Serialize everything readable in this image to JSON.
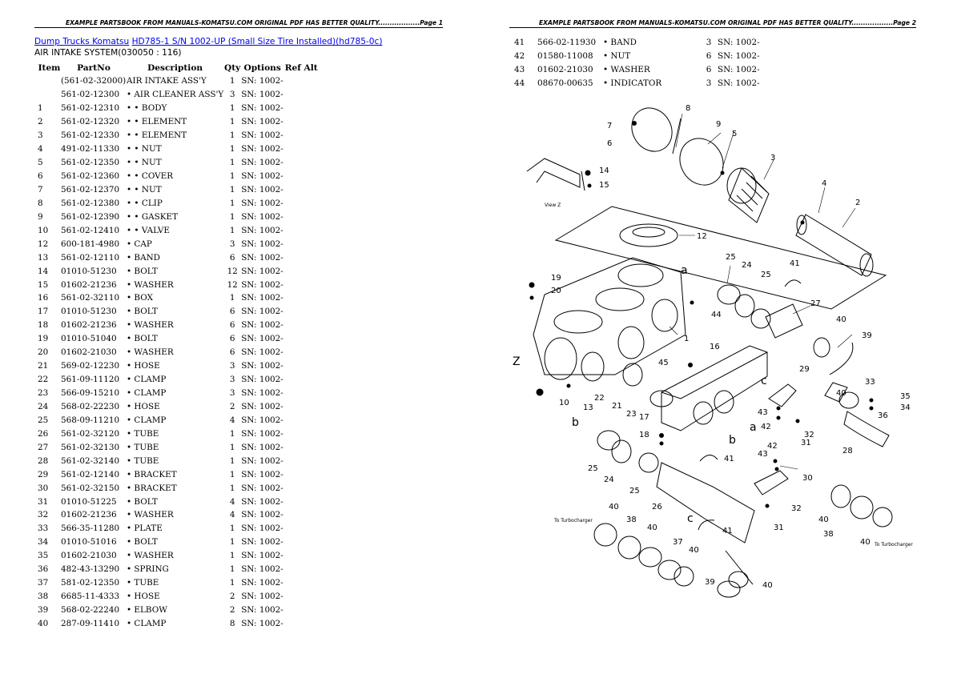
{
  "header": {
    "page1": "EXAMPLE PARTSBOOK FROM MANUALS-KOMATSU.COM ORIGINAL PDF HAS BETTER QUALITY..................Page 1",
    "page2": "EXAMPLE PARTSBOOK FROM MANUALS-KOMATSU.COM ORIGINAL PDF HAS BETTER QUALITY..................Page 2"
  },
  "breadcrumb": {
    "category": "Dump Trucks Komatsu",
    "model": "HD785-1 S/N 1002-UP (Small Size Tire Installed)(hd785-0c)"
  },
  "section": "AIR INTAKE SYSTEM(030050 : 116)",
  "columns": [
    "Item",
    "PartNo",
    "Description",
    "Qty",
    "Options",
    "Ref Alt"
  ],
  "parts": [
    {
      "item": "",
      "part": "(561-02-32000)",
      "desc": "AIR INTAKE ASS'Y",
      "qty": "1",
      "opt": "SN: 1002-"
    },
    {
      "item": "",
      "part": "561-02-12300",
      "desc": "• AIR CLEANER ASS'Y",
      "qty": "3",
      "opt": "SN: 1002-"
    },
    {
      "item": "1",
      "part": "561-02-12310",
      "desc": "• • BODY",
      "qty": "1",
      "opt": "SN: 1002-"
    },
    {
      "item": "2",
      "part": "561-02-12320",
      "desc": "• • ELEMENT",
      "qty": "1",
      "opt": "SN: 1002-"
    },
    {
      "item": "3",
      "part": "561-02-12330",
      "desc": "• • ELEMENT",
      "qty": "1",
      "opt": "SN: 1002-"
    },
    {
      "item": "4",
      "part": "491-02-11330",
      "desc": "• • NUT",
      "qty": "1",
      "opt": "SN: 1002-"
    },
    {
      "item": "5",
      "part": "561-02-12350",
      "desc": "• • NUT",
      "qty": "1",
      "opt": "SN: 1002-"
    },
    {
      "item": "6",
      "part": "561-02-12360",
      "desc": "• • COVER",
      "qty": "1",
      "opt": "SN: 1002-"
    },
    {
      "item": "7",
      "part": "561-02-12370",
      "desc": "• • NUT",
      "qty": "1",
      "opt": "SN: 1002-"
    },
    {
      "item": "8",
      "part": "561-02-12380",
      "desc": "• • CLIP",
      "qty": "1",
      "opt": "SN: 1002-"
    },
    {
      "item": "9",
      "part": "561-02-12390",
      "desc": "• • GASKET",
      "qty": "1",
      "opt": "SN: 1002-"
    },
    {
      "item": "10",
      "part": "561-02-12410",
      "desc": "• • VALVE",
      "qty": "1",
      "opt": "SN: 1002-"
    },
    {
      "item": "12",
      "part": "600-181-4980",
      "desc": "• CAP",
      "qty": "3",
      "opt": "SN: 1002-"
    },
    {
      "item": "13",
      "part": "561-02-12110",
      "desc": "• BAND",
      "qty": "6",
      "opt": "SN: 1002-"
    },
    {
      "item": "14",
      "part": "01010-51230",
      "desc": "• BOLT",
      "qty": "12",
      "opt": "SN: 1002-"
    },
    {
      "item": "15",
      "part": "01602-21236",
      "desc": "• WASHER",
      "qty": "12",
      "opt": "SN: 1002-"
    },
    {
      "item": "16",
      "part": "561-02-32110",
      "desc": "• BOX",
      "qty": "1",
      "opt": "SN: 1002-"
    },
    {
      "item": "17",
      "part": "01010-51230",
      "desc": "• BOLT",
      "qty": "6",
      "opt": "SN: 1002-"
    },
    {
      "item": "18",
      "part": "01602-21236",
      "desc": "• WASHER",
      "qty": "6",
      "opt": "SN: 1002-"
    },
    {
      "item": "19",
      "part": "01010-51040",
      "desc": "• BOLT",
      "qty": "6",
      "opt": "SN: 1002-"
    },
    {
      "item": "20",
      "part": "01602-21030",
      "desc": "• WASHER",
      "qty": "6",
      "opt": "SN: 1002-"
    },
    {
      "item": "21",
      "part": "569-02-12230",
      "desc": "• HOSE",
      "qty": "3",
      "opt": "SN: 1002-"
    },
    {
      "item": "22",
      "part": "561-09-11120",
      "desc": "• CLAMP",
      "qty": "3",
      "opt": "SN: 1002-"
    },
    {
      "item": "23",
      "part": "566-09-15210",
      "desc": "• CLAMP",
      "qty": "3",
      "opt": "SN: 1002-"
    },
    {
      "item": "24",
      "part": "568-02-22230",
      "desc": "• HOSE",
      "qty": "2",
      "opt": "SN: 1002-"
    },
    {
      "item": "25",
      "part": "568-09-11210",
      "desc": "• CLAMP",
      "qty": "4",
      "opt": "SN: 1002-"
    },
    {
      "item": "26",
      "part": "561-02-32120",
      "desc": "• TUBE",
      "qty": "1",
      "opt": "SN: 1002-"
    },
    {
      "item": "27",
      "part": "561-02-32130",
      "desc": "• TUBE",
      "qty": "1",
      "opt": "SN: 1002-"
    },
    {
      "item": "28",
      "part": "561-02-32140",
      "desc": "• TUBE",
      "qty": "1",
      "opt": "SN: 1002-"
    },
    {
      "item": "29",
      "part": "561-02-12140",
      "desc": "• BRACKET",
      "qty": "1",
      "opt": "SN: 1002-"
    },
    {
      "item": "30",
      "part": "561-02-32150",
      "desc": "• BRACKET",
      "qty": "1",
      "opt": "SN: 1002-"
    },
    {
      "item": "31",
      "part": "01010-51225",
      "desc": "• BOLT",
      "qty": "4",
      "opt": "SN: 1002-"
    },
    {
      "item": "32",
      "part": "01602-21236",
      "desc": "• WASHER",
      "qty": "4",
      "opt": "SN: 1002-"
    },
    {
      "item": "33",
      "part": "566-35-11280",
      "desc": "• PLATE",
      "qty": "1",
      "opt": "SN: 1002-"
    },
    {
      "item": "34",
      "part": "01010-51016",
      "desc": "• BOLT",
      "qty": "1",
      "opt": "SN: 1002-"
    },
    {
      "item": "35",
      "part": "01602-21030",
      "desc": "• WASHER",
      "qty": "1",
      "opt": "SN: 1002-"
    },
    {
      "item": "36",
      "part": "482-43-13290",
      "desc": "• SPRING",
      "qty": "1",
      "opt": "SN: 1002-"
    },
    {
      "item": "37",
      "part": "581-02-12350",
      "desc": "• TUBE",
      "qty": "1",
      "opt": "SN: 1002-"
    },
    {
      "item": "38",
      "part": "6685-11-4333",
      "desc": "• HOSE",
      "qty": "2",
      "opt": "SN: 1002-"
    },
    {
      "item": "39",
      "part": "568-02-22240",
      "desc": "• ELBOW",
      "qty": "2",
      "opt": "SN: 1002-"
    },
    {
      "item": "40",
      "part": "287-09-11410",
      "desc": "• CLAMP",
      "qty": "8",
      "opt": "SN: 1002-"
    }
  ],
  "parts_page2": [
    {
      "item": "41",
      "part": "566-02-11930",
      "desc": "• BAND",
      "qty": "3",
      "opt": "SN: 1002-"
    },
    {
      "item": "42",
      "part": "01580-11008",
      "desc": "• NUT",
      "qty": "6",
      "opt": "SN: 1002-"
    },
    {
      "item": "43",
      "part": "01602-21030",
      "desc": "• WASHER",
      "qty": "6",
      "opt": "SN: 1002-"
    },
    {
      "item": "44",
      "part": "08670-00635",
      "desc": "• INDICATOR",
      "qty": "3",
      "opt": "SN: 1002-"
    }
  ],
  "diagram": {
    "callouts": [
      "1",
      "2",
      "3",
      "4",
      "5",
      "6",
      "7",
      "8",
      "9",
      "10",
      "12",
      "13",
      "14",
      "15",
      "16",
      "17",
      "18",
      "19",
      "20",
      "21",
      "22",
      "23",
      "24",
      "25",
      "26",
      "27",
      "28",
      "29",
      "30",
      "31",
      "32",
      "33",
      "34",
      "35",
      "36",
      "37",
      "38",
      "39",
      "40",
      "41",
      "42",
      "43",
      "44",
      "45"
    ],
    "view_label": "View Z",
    "z_label": "Z",
    "to_turbo_left": "To Turbocharger",
    "to_turbo_right": "To Turbocharger",
    "letters": [
      "a",
      "b",
      "c"
    ]
  }
}
